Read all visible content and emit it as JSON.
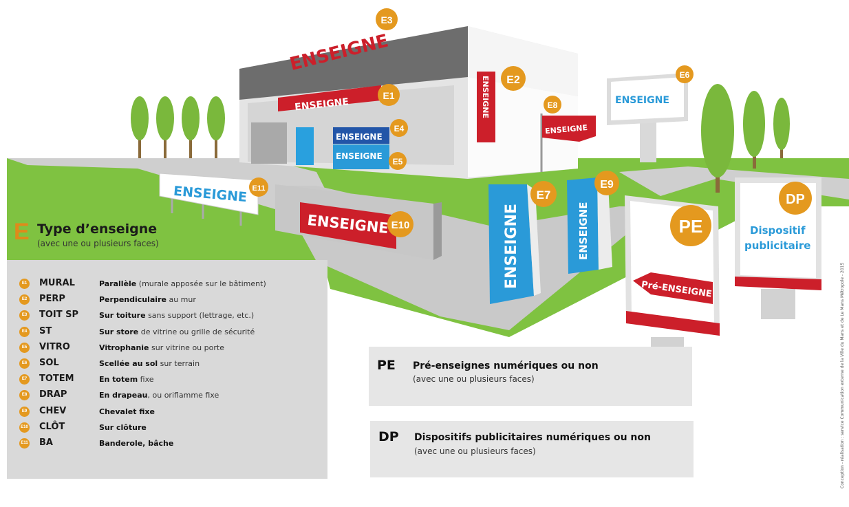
{
  "signs": {
    "e3_sign": "ENSEIGNE",
    "e1_sign": "ENSEIGNE",
    "e2_sign": "ENSEIGNE",
    "e4_sign": "ENSEIGNE",
    "e5_sign": "ENSEIGNE",
    "e6_sign": "ENSEIGNE",
    "e8_sign": "ENSEIGNE",
    "e7_sign": "ENSEIGNE",
    "e9_sign": "ENSEIGNE",
    "e10_sign": "ENSEIGNE",
    "e11_sign": "ENSEIGNE",
    "pe_sign": "Pré-ENSEIGNE",
    "dp_line1": "Dispositif",
    "dp_line2": "publicitaire"
  },
  "badges": {
    "e1": "E1",
    "e2": "E2",
    "e3": "E3",
    "e4": "E4",
    "e5": "E5",
    "e6": "E6",
    "e7": "E7",
    "e8": "E8",
    "e9": "E9",
    "e10": "E10",
    "e11": "E11",
    "pe": "PE",
    "dp": "DP"
  },
  "legend": {
    "letter": "E",
    "title": "Type d’enseigne",
    "subtitle": "(avec une ou plusieurs faces)",
    "items": [
      {
        "badge": "E1",
        "code": "MURAL",
        "bold": "Parallèle",
        "rest": " (murale apposée sur le bâtiment)"
      },
      {
        "badge": "E2",
        "code": "PERP",
        "bold": "Perpendiculaire",
        "rest": " au mur"
      },
      {
        "badge": "E3",
        "code": "TOIT SP",
        "bold": "Sur toiture",
        "rest": " sans support (lettrage, etc.)"
      },
      {
        "badge": "E4",
        "code": "ST",
        "bold": "Sur store",
        "rest": " de vitrine ou grille de sécurité"
      },
      {
        "badge": "E5",
        "code": "VITRO",
        "bold": "Vitrophanie",
        "rest": " sur vitrine ou porte"
      },
      {
        "badge": "E6",
        "code": "SOL",
        "bold": "Scellée au sol",
        "rest": " sur terrain"
      },
      {
        "badge": "E7",
        "code": "TOTEM",
        "bold": "En totem",
        "rest": " fixe"
      },
      {
        "badge": "E8",
        "code": "DRAP",
        "bold": "En drapeau",
        "rest": ", ou oriflamme fixe"
      },
      {
        "badge": "E9",
        "code": "CHEV",
        "bold": "Chevalet fixe",
        "rest": ""
      },
      {
        "badge": "E10",
        "code": "CLÔT",
        "bold": "Sur clôture",
        "rest": ""
      },
      {
        "badge": "E11",
        "code": "BA",
        "bold": "Banderole, bâche",
        "rest": ""
      }
    ]
  },
  "pe_box": {
    "code": "PE",
    "title": "Pré-enseignes numériques ou non",
    "subtitle": "(avec une ou plusieurs faces)"
  },
  "dp_box": {
    "code": "DP",
    "title": "Dispositifs publicitaires numériques ou non",
    "subtitle": "(avec une ou plusieurs faces)"
  },
  "credit": "Conception - réalisation : service Communication externe de la Ville du Mans et de Le Mans Métropole - 2015",
  "colors": {
    "red": "#cc1f2a",
    "blue": "#2a9ad8",
    "orange_badge": "#e4991f",
    "grass": "#7fc241",
    "road": "#cfcfcf"
  }
}
